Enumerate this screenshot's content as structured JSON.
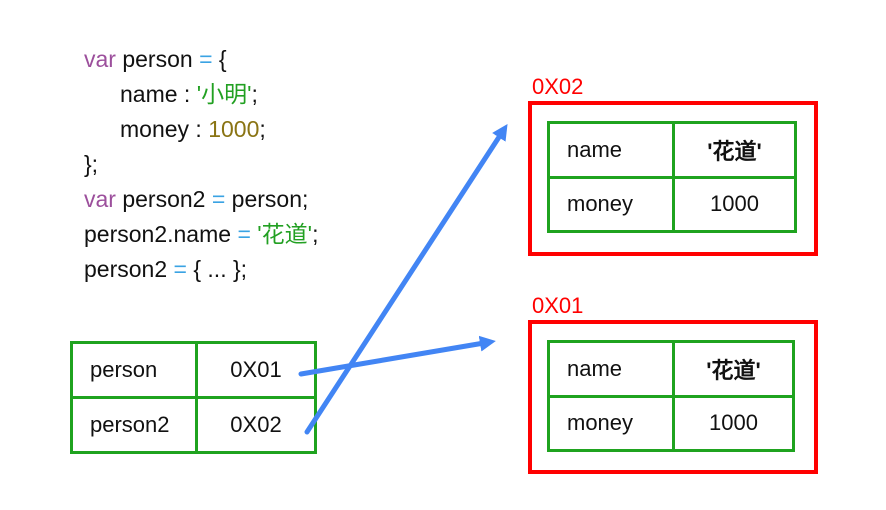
{
  "colors": {
    "keyword_purple": "#9c4f9c",
    "operator_blue": "#3aa3e3",
    "string_green": "#22a022",
    "number_olive": "#8a7414",
    "reference_red": "#ff0000",
    "table_border_green": "#1fa31f",
    "arrow_blue": "#4285f4"
  },
  "code": {
    "lines": [
      {
        "segments": [
          {
            "text": "var"
          },
          {
            "text": " person "
          },
          {
            "text": "="
          },
          {
            "text": " {"
          }
        ]
      },
      {
        "segments": [
          {
            "text": "name : "
          },
          {
            "text": "'小明'"
          },
          {
            "text": ";"
          }
        ]
      },
      {
        "segments": [
          {
            "text": "money : "
          },
          {
            "text": "1000"
          },
          {
            "text": ";"
          }
        ]
      },
      {
        "segments": [
          {
            "text": "};"
          }
        ]
      },
      {
        "segments": [
          {
            "text": "var"
          },
          {
            "text": " person2 "
          },
          {
            "text": "="
          },
          {
            "text": " person;"
          }
        ]
      },
      {
        "segments": [
          {
            "text": "person2.name "
          },
          {
            "text": "="
          },
          {
            "text": " "
          },
          {
            "text": "'花道'"
          },
          {
            "text": ";"
          }
        ]
      },
      {
        "segments": [
          {
            "text": "person2 "
          },
          {
            "text": "="
          },
          {
            "text": " { ... };"
          }
        ]
      }
    ]
  },
  "ref_table": {
    "rows": [
      {
        "name": "person",
        "addr": "0X01"
      },
      {
        "name": "person2",
        "addr": "0X02"
      }
    ]
  },
  "boxes": [
    {
      "label": "0X02",
      "rows": [
        {
          "key": "name",
          "value": "'花道'"
        },
        {
          "key": "money",
          "value": "1000"
        }
      ]
    },
    {
      "label": "0X01",
      "rows": [
        {
          "key": "name",
          "value": "'花道'"
        },
        {
          "key": "money",
          "value": "1000"
        }
      ]
    }
  ],
  "arrows": [
    {
      "from": "person row (0X01)",
      "to": "object box 0X01"
    },
    {
      "from": "person2 row (0X02)",
      "to": "object box 0X02"
    }
  ]
}
